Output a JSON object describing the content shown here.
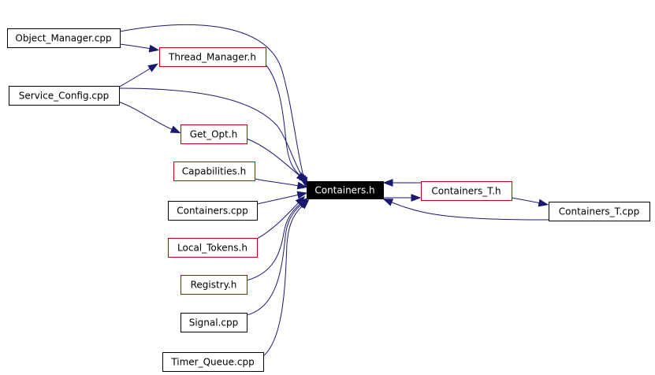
{
  "colors": {
    "edge": "#191970",
    "file_border": "#000000",
    "header_border": "#cc0000",
    "focus_fill": "#000000",
    "focus_text": "#ffffff",
    "node_fill": "#ffffff",
    "node_text": "#000000"
  },
  "nodes": [
    {
      "id": "object_manager_cpp",
      "label": "Object_Manager.cpp",
      "kind": "file"
    },
    {
      "id": "thread_manager_h",
      "label": "Thread_Manager.h",
      "kind": "header"
    },
    {
      "id": "service_config_cpp",
      "label": "Service_Config.cpp",
      "kind": "file"
    },
    {
      "id": "get_opt_h",
      "label": "Get_Opt.h",
      "kind": "header"
    },
    {
      "id": "capabilities_h",
      "label": "Capabilities.h",
      "kind": "header"
    },
    {
      "id": "containers_cpp",
      "label": "Containers.cpp",
      "kind": "file"
    },
    {
      "id": "local_tokens_h",
      "label": "Local_Tokens.h",
      "kind": "header"
    },
    {
      "id": "registry_h",
      "label": "Registry.h",
      "kind": "header"
    },
    {
      "id": "signal_cpp",
      "label": "Signal.cpp",
      "kind": "file"
    },
    {
      "id": "timer_queue_cpp",
      "label": "Timer_Queue.cpp",
      "kind": "file"
    },
    {
      "id": "containers_h",
      "label": "Containers.h",
      "kind": "focus"
    },
    {
      "id": "containers_t_h",
      "label": "Containers_T.h",
      "kind": "header"
    },
    {
      "id": "containers_t_cpp",
      "label": "Containers_T.cpp",
      "kind": "file"
    }
  ],
  "edges": [
    {
      "from": "object_manager_cpp",
      "to": "thread_manager_h"
    },
    {
      "from": "object_manager_cpp",
      "to": "containers_h"
    },
    {
      "from": "service_config_cpp",
      "to": "thread_manager_h"
    },
    {
      "from": "service_config_cpp",
      "to": "get_opt_h"
    },
    {
      "from": "service_config_cpp",
      "to": "containers_h"
    },
    {
      "from": "thread_manager_h",
      "to": "containers_h"
    },
    {
      "from": "get_opt_h",
      "to": "containers_h"
    },
    {
      "from": "capabilities_h",
      "to": "containers_h"
    },
    {
      "from": "containers_cpp",
      "to": "containers_h"
    },
    {
      "from": "local_tokens_h",
      "to": "containers_h"
    },
    {
      "from": "registry_h",
      "to": "containers_h"
    },
    {
      "from": "signal_cpp",
      "to": "containers_h"
    },
    {
      "from": "timer_queue_cpp",
      "to": "containers_h"
    },
    {
      "from": "containers_t_h",
      "to": "containers_h"
    },
    {
      "from": "containers_h",
      "to": "containers_t_h"
    },
    {
      "from": "containers_t_h",
      "to": "containers_t_cpp"
    },
    {
      "from": "containers_t_cpp",
      "to": "containers_h"
    }
  ]
}
